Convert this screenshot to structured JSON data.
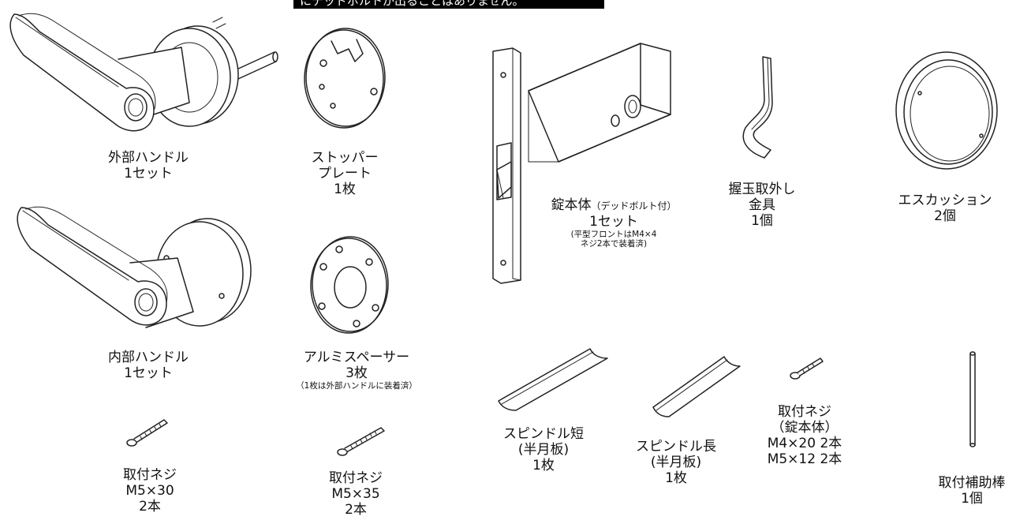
{
  "banner": {
    "text": "にデッドボルトが出ることはありません。"
  },
  "parts": {
    "outer_handle": {
      "name": "外部ハンドル",
      "qty": "1セット"
    },
    "stopper_plate": {
      "name1": "ストッパー",
      "name2": "プレート",
      "qty": "1枚"
    },
    "lock_body": {
      "name": "錠本体",
      "name_suffix": "（デッドボルト付）",
      "qty": "1セット",
      "note1": "(平型フロントはM4×4",
      "note2": "ネジ2本で装着済)"
    },
    "knob_removal": {
      "name1": "握玉取外し",
      "name2": "金具",
      "qty": "1個"
    },
    "escutcheon": {
      "name": "エスカッション",
      "qty": "2個"
    },
    "inner_handle": {
      "name": "内部ハンドル",
      "qty": "1セット"
    },
    "aluminum_spacer": {
      "name": "アルミスペーサー",
      "qty": "3枚",
      "note": "（1枚は外部ハンドルに装着済）"
    },
    "screw_m5x30": {
      "name": "取付ネジ",
      "size": "M5×30",
      "qty": "2本"
    },
    "screw_m5x35": {
      "name": "取付ネジ",
      "size": "M5×35",
      "qty": "2本"
    },
    "spindle_short": {
      "name": "スピンドル短",
      "sub": "(半月板)",
      "qty": "1枚"
    },
    "spindle_long": {
      "name": "スピンドル長",
      "sub": "(半月板)",
      "qty": "1枚"
    },
    "screw_lock_body": {
      "name": "取付ネジ",
      "sub": "（錠本体）",
      "line1": "M4×20 2本",
      "line2": "M5×12 2本"
    },
    "mounting_rod": {
      "name": "取付補助棒",
      "qty": "1個"
    }
  }
}
